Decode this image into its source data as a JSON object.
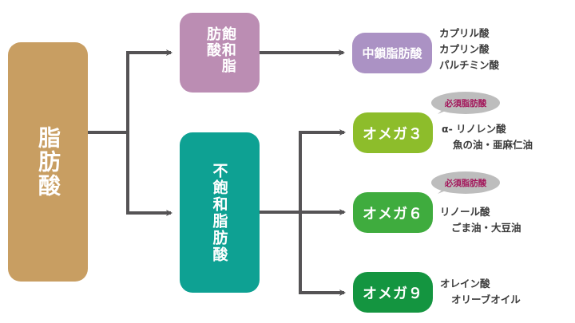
{
  "diagram": {
    "root": {
      "label": "脂肪酸",
      "color": "#c89e62"
    },
    "saturated": {
      "label": "飽和脂肪酸",
      "color": "#bb8db3",
      "children": [
        {
          "label": "中鎖脂肪酸",
          "color": "#ab92c4",
          "examples": [
            "カプリル酸",
            "カプリン酸",
            "パルチミン酸"
          ]
        }
      ]
    },
    "unsaturated": {
      "label": "不飽和脂肪酸",
      "color": "#0ea193",
      "children": [
        {
          "label": "オメガ３",
          "color": "#8dbd2b",
          "badge": "必須脂肪酸",
          "examples": [
            "α- リノレン酸",
            "魚の油・亜麻仁油"
          ]
        },
        {
          "label": "オメガ６",
          "color": "#3fac3e",
          "badge": "必須脂肪酸",
          "examples": [
            "リノール酸",
            "ごま油・大豆油"
          ]
        },
        {
          "label": "オメガ９",
          "color": "#149540",
          "examples": [
            "オレイン酸",
            "オリーブオイル"
          ]
        }
      ]
    },
    "connector_color": "#555355",
    "badge_text_color": "#a3155a"
  }
}
